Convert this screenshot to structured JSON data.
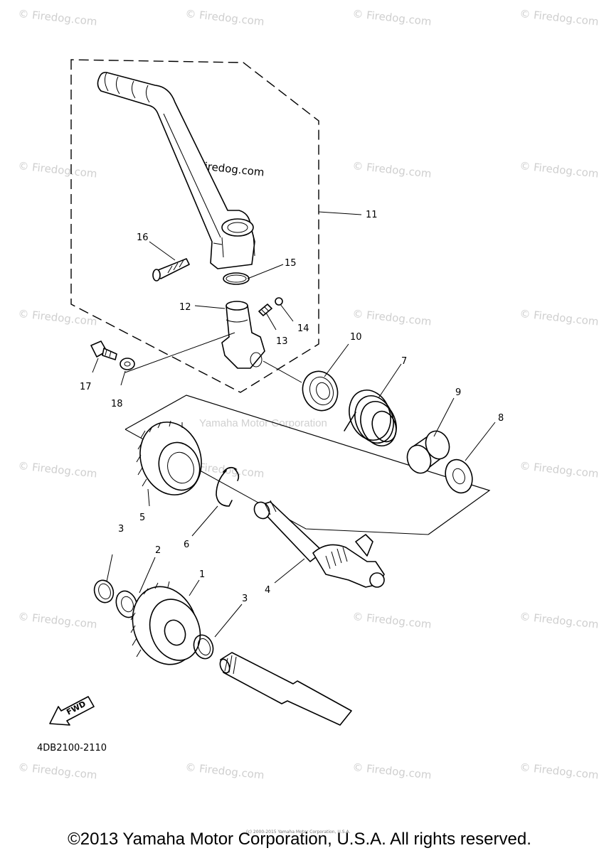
{
  "diagram": {
    "callouts": [
      "1",
      "2",
      "3",
      "3",
      "4",
      "5",
      "6",
      "7",
      "8",
      "9",
      "10",
      "11",
      "12",
      "13",
      "14",
      "15",
      "16",
      "17",
      "18"
    ],
    "watermark": "© Firedog.com",
    "center_watermark": "© Firedog.com",
    "brand_watermark": "Yamaha Motor Corporation",
    "fwd_label": "FWD",
    "part_code": "4DB2100-2110",
    "tiny_notice": "(c) 2000-2015 Yamaha Motor Corporation, U.S.A.",
    "copyright": "©2013 Yamaha Motor Corporation, U.S.A. All rights reserved."
  }
}
